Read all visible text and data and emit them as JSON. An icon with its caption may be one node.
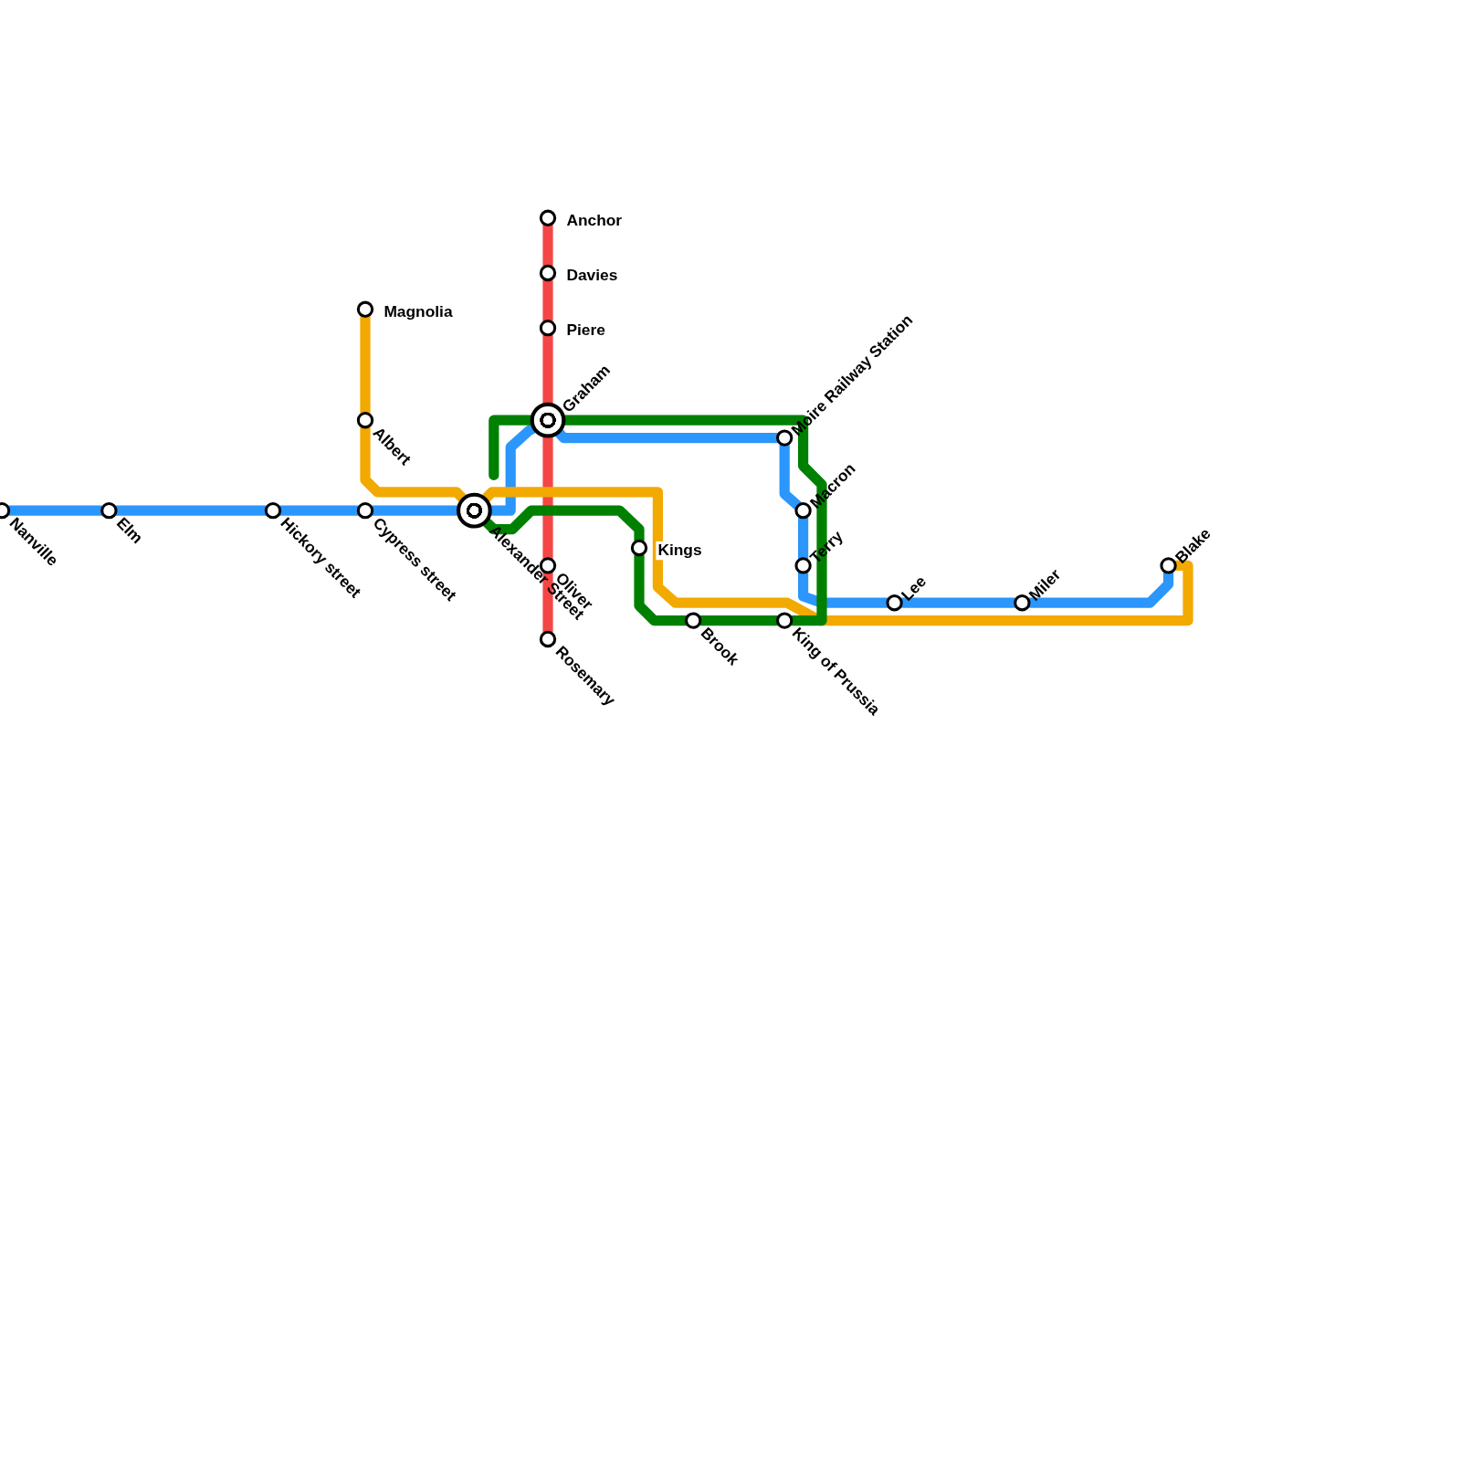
{
  "diagram": {
    "nodes": [
      {
        "text": [
          "Anchor"
        ]
      },
      {
        "text": [
          "Davies"
        ]
      },
      {
        "text": [
          "Piere"
        ]
      },
      {
        "text": [
          "Magnolia"
        ]
      },
      {
        "text": [
          "Graham"
        ]
      },
      {
        "text": [
          "Albert"
        ]
      },
      {
        "text": [
          "Moire Railway Station"
        ]
      },
      {
        "text": [
          "Nanville"
        ]
      },
      {
        "text": [
          "Elm"
        ]
      },
      {
        "text": [
          "Hickory street"
        ]
      },
      {
        "text": [
          "Cypress street"
        ]
      },
      {
        "text": [
          "Alexander Street"
        ]
      },
      {
        "text": [
          "Macron"
        ]
      },
      {
        "text": [
          "Kings"
        ]
      },
      {
        "text": [
          "Oliver"
        ]
      },
      {
        "text": [
          "Terry"
        ]
      },
      {
        "text": [
          "Blake"
        ]
      },
      {
        "text": [
          "Lee"
        ]
      },
      {
        "text": [
          "Miler"
        ]
      },
      {
        "text": [
          "Brook"
        ]
      },
      {
        "text": [
          "King of Prussia"
        ]
      },
      {
        "text": [
          "Rosemary"
        ]
      }
    ],
    "edges": [
      {
        "from": 0,
        "to": 1,
        "arrow": "none",
        "color": "#f44646"
      },
      {
        "from": 1,
        "to": 2,
        "arrow": "none",
        "color": "#f44646"
      },
      {
        "from": 2,
        "to": 4,
        "arrow": "none",
        "color": "#f44646"
      },
      {
        "from": 4,
        "to": 14,
        "arrow": "none",
        "color": "#f44646"
      },
      {
        "from": 14,
        "to": 21,
        "arrow": "none",
        "color": "#f44646"
      },
      {
        "from": 7,
        "to": 8,
        "arrow": "none",
        "color": "#2b96fc"
      },
      {
        "from": 8,
        "to": 9,
        "arrow": "none",
        "color": "#2b96fc"
      },
      {
        "from": 9,
        "to": 10,
        "arrow": "none",
        "color": "#2b96fc"
      },
      {
        "from": 10,
        "to": 11,
        "arrow": "none",
        "color": "#2b96fc"
      },
      {
        "from": 11,
        "to": 4,
        "arrow": "none",
        "color": "#2b96fc"
      },
      {
        "from": 4,
        "to": 6,
        "arrow": "none",
        "color": "#2b96fc"
      },
      {
        "from": 6,
        "to": 12,
        "arrow": "none",
        "color": "#2b96fc"
      },
      {
        "from": 12,
        "to": 15,
        "arrow": "none",
        "color": "#2b96fc"
      },
      {
        "from": 15,
        "to": 17,
        "arrow": "none",
        "color": "#2b96fc"
      },
      {
        "from": 17,
        "to": 18,
        "arrow": "none",
        "color": "#2b96fc"
      },
      {
        "from": 18,
        "to": 16,
        "arrow": "none",
        "color": "#2b96fc"
      },
      {
        "from": 3,
        "to": 5,
        "arrow": "none",
        "color": "#f2a900"
      },
      {
        "from": 5,
        "to": 11,
        "arrow": "none",
        "color": "#f2a900"
      },
      {
        "from": 11,
        "to": 16,
        "arrow": "none",
        "color": "#f2a900"
      },
      {
        "from": 4,
        "to": null,
        "arrow": "none",
        "color": "#008000"
      },
      {
        "from": 11,
        "to": 13,
        "arrow": "none",
        "color": "#008000"
      },
      {
        "from": 13,
        "to": 19,
        "arrow": "none",
        "color": "#008000"
      },
      {
        "from": 19,
        "to": 20,
        "arrow": "none",
        "color": "#008000"
      },
      {
        "from": 20,
        "to": 4,
        "arrow": "none",
        "color": "#008000"
      }
    ]
  }
}
